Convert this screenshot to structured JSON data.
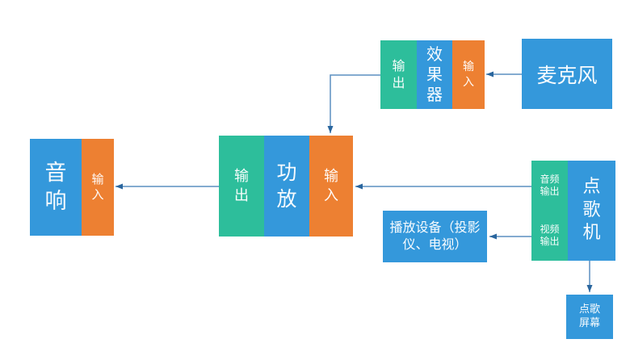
{
  "colors": {
    "blue": "#3498db",
    "green": "#2dbe9b",
    "orange": "#ed8032",
    "arrow_line": "#5b8fc0",
    "arrow_head": "#2a669e"
  },
  "nodes": {
    "microphone": {
      "label": "麦克风"
    },
    "effects_unit": {
      "label": "效果器",
      "output": "输出",
      "input": "输入"
    },
    "amplifier": {
      "label": "功放",
      "output": "输出",
      "input": "输入"
    },
    "speaker": {
      "label": "音响",
      "input": "输入"
    },
    "karaoke_machine": {
      "label": "点歌机",
      "audio_output": "音频输出",
      "video_output": "视频输出"
    },
    "playback_device": {
      "label": "播放设备（投影仪、电视）"
    },
    "karaoke_screen": {
      "label": "点歌屏幕"
    }
  },
  "connections": [
    {
      "from": "microphone",
      "to": "effects_unit.input"
    },
    {
      "from": "effects_unit.output",
      "to": "amplifier.input"
    },
    {
      "from": "karaoke_machine.audio_output",
      "to": "amplifier.input"
    },
    {
      "from": "amplifier.output",
      "to": "speaker.input"
    },
    {
      "from": "karaoke_machine.video_output",
      "to": "playback_device"
    },
    {
      "from": "karaoke_machine",
      "to": "karaoke_screen"
    }
  ]
}
